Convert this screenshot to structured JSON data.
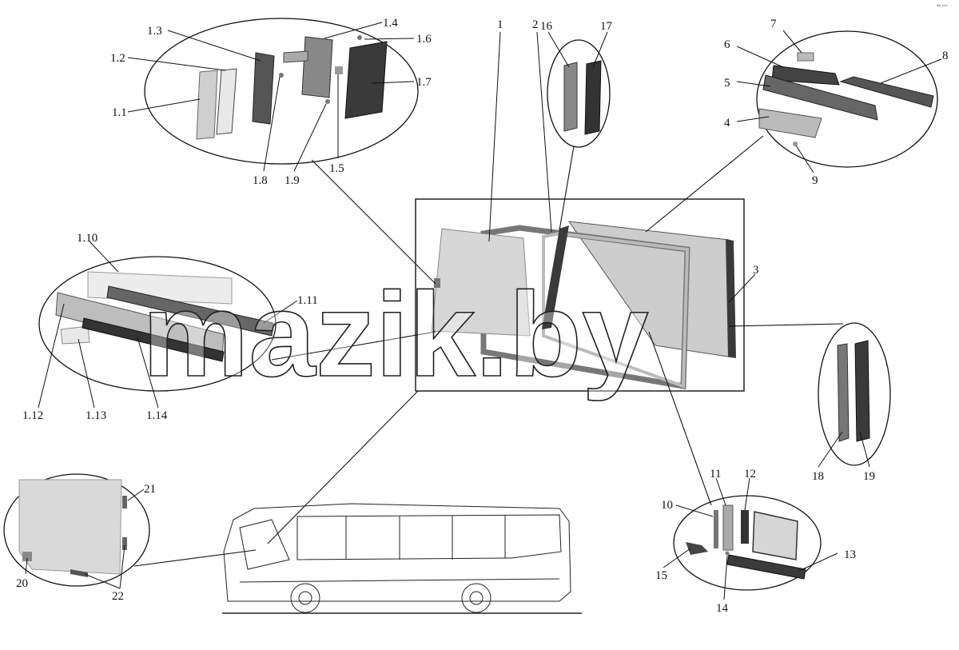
{
  "corner_mark": "ᵃᴮ ˢˢˢ",
  "watermark": "mazik.by",
  "labels": {
    "p1": "1",
    "p2": "2",
    "p3": "3",
    "p4": "4",
    "p5": "5",
    "p6": "6",
    "p7": "7",
    "p8": "8",
    "p9": "9",
    "p10": "10",
    "p11": "11",
    "p12": "12",
    "p13": "13",
    "p14": "14",
    "p15": "15",
    "p16": "16",
    "p17": "17",
    "p18": "18",
    "p19": "19",
    "p20": "20",
    "p21": "21",
    "p22": "22",
    "p1_1": "1.1",
    "p1_2": "1.2",
    "p1_3": "1.3",
    "p1_4": "1.4",
    "p1_5": "1.5",
    "p1_6": "1.6",
    "p1_7": "1.7",
    "p1_8": "1.8",
    "p1_9": "1.9",
    "p1_10": "1.10",
    "p1_11": "1.11",
    "p1_12": "1.12",
    "p1_13": "1.13",
    "p1_14": "1.14"
  },
  "colors": {
    "line": "#111111",
    "part_dark": "#3a3a3a",
    "part_mid": "#8c8c8c",
    "part_light": "#cfcfcf",
    "glass": "#d9d9d9"
  }
}
